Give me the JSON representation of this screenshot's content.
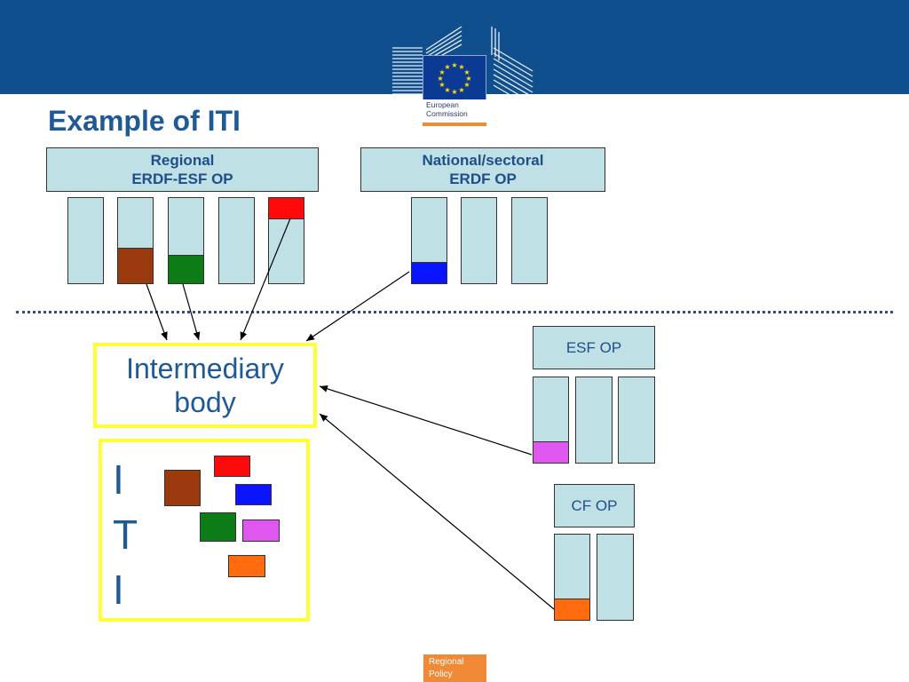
{
  "title": "Example of ITI",
  "logo": {
    "line1": "European",
    "line2": "Commission"
  },
  "footer": {
    "line1": "Regional",
    "line2": "Policy"
  },
  "colors": {
    "header_blue": "#104f8e",
    "box_fill": "#bfe0e4",
    "highlight_yellow": "#ffff33",
    "text_blue": "#1f5a96",
    "segment_brown": "#9a3a0e",
    "segment_green": "#0b7c16",
    "segment_red": "#ff0a0a",
    "segment_blue": "#0a14ff",
    "segment_magenta": "#e057f0",
    "segment_orange": "#ff6c10"
  },
  "diagram": {
    "regional_op": {
      "line1": "Regional",
      "line2": "ERDF-ESF OP"
    },
    "national_op": {
      "line1": "National/sectoral",
      "line2": "ERDF OP"
    },
    "esf_op": {
      "label": "ESF OP"
    },
    "cf_op": {
      "label": "CF OP"
    },
    "intermediary_body": {
      "line1": "Intermediary",
      "line2": "body"
    },
    "iti": {
      "letters": [
        "I",
        "T",
        "I"
      ]
    }
  }
}
